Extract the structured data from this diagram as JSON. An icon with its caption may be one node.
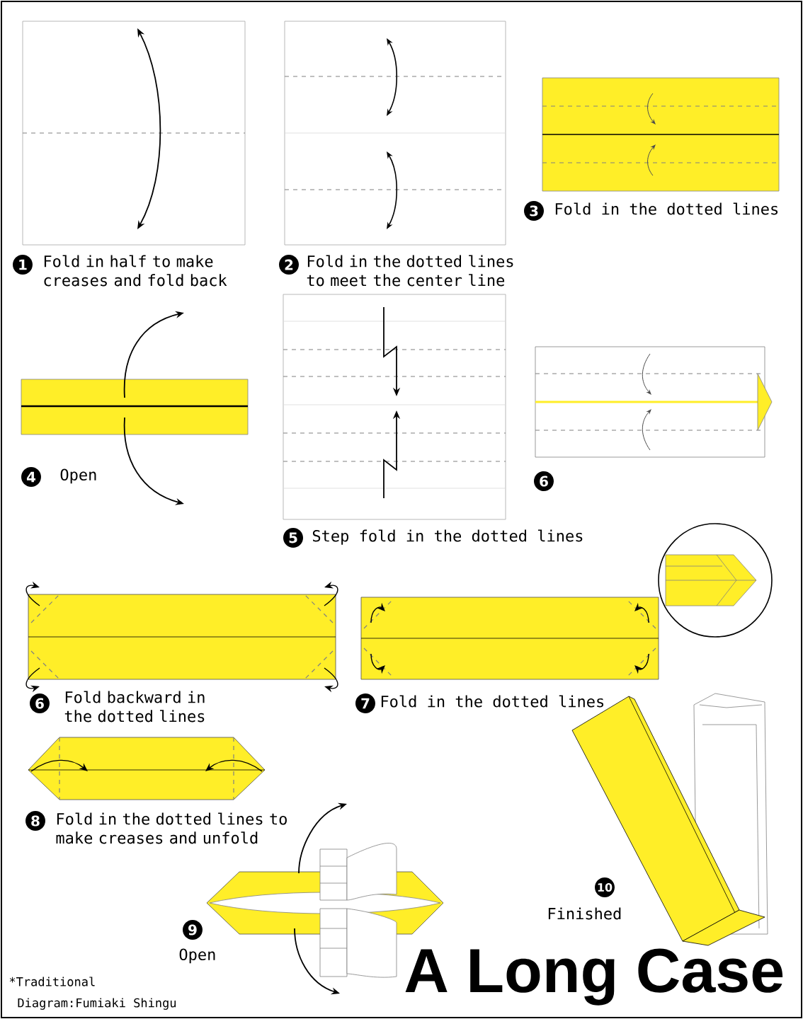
{
  "diagram": {
    "title": "A Long Case",
    "labels": [
      "1",
      "Fold in half to make creases and fold back",
      "2",
      "Fold in the dotted lines to meet the center line",
      "3",
      "Fold in the dotted lines",
      "4",
      "Open",
      "5",
      "Step fold in the dotted lines",
      "6",
      "6",
      "Fold backward in the dotted lines",
      "7",
      "Fold in the dotted lines",
      "8",
      "Fold in the dotted lines to make creases and unfold",
      "9",
      "Open",
      "10",
      "Finished",
      "*Traditional",
      "Diagram:Fumiaki Shingu"
    ]
  }
}
